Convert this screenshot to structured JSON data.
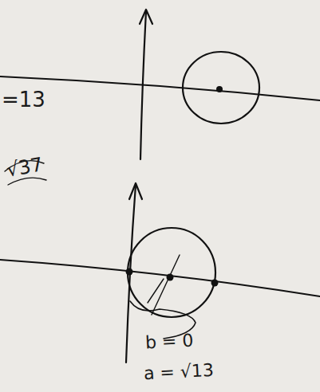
{
  "diagram": {
    "labels": [
      "=13",
      "√37",
      "b = 0",
      "a = √13"
    ]
  }
}
